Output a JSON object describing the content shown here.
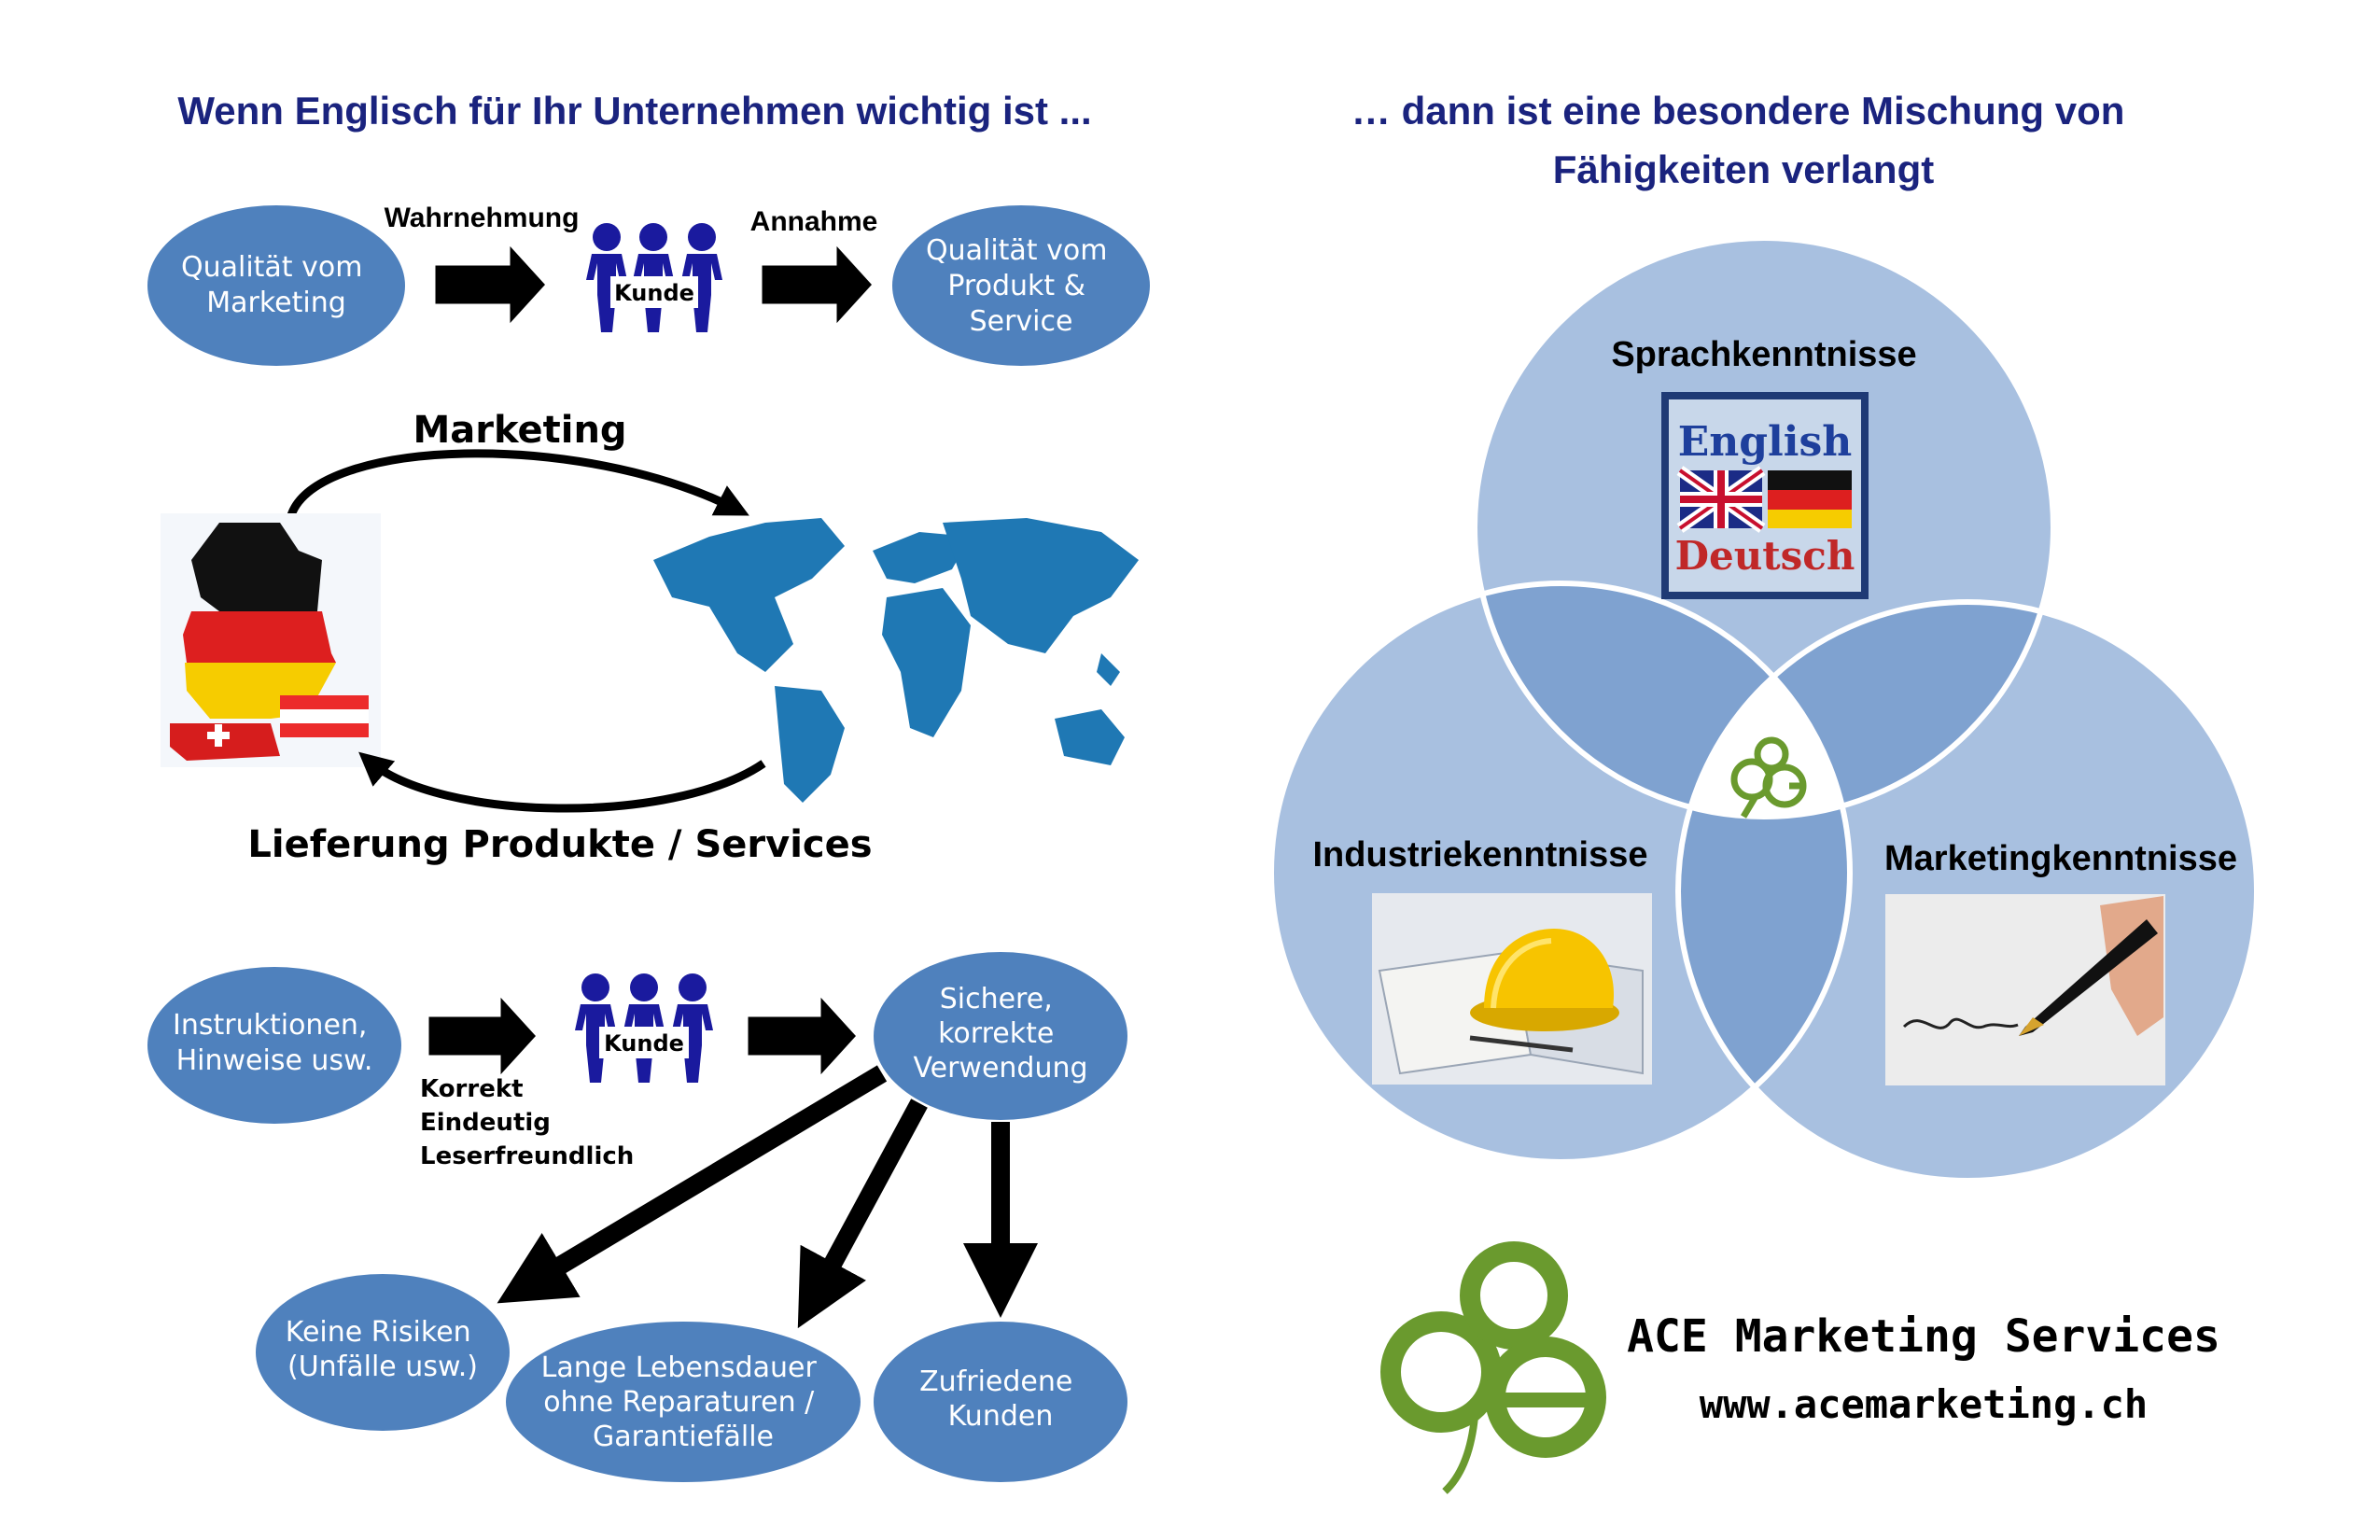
{
  "left": {
    "title": "Wenn Englisch für Ihr Unternehmen wichtig ist ...",
    "top_flow": {
      "source": [
        "Qualität vom",
        "Marketing"
      ],
      "arrow1_label": "Wahrnehmung",
      "customer": "Kunde",
      "arrow2_label": "Annahme",
      "target": [
        "Qualität vom",
        "Produkt &",
        "Service"
      ]
    },
    "loop": {
      "top_label": "Marketing",
      "bottom_label": "Lieferung Produkte / Services"
    },
    "bottom_flow": {
      "source": [
        "Instruktionen,",
        "Hinweise usw."
      ],
      "customer": "Kunde",
      "qualities": [
        "Korrekt",
        "Eindeutig",
        "Leserfreundlich"
      ],
      "target": [
        "Sichere,",
        "korrekte",
        "Verwendung"
      ],
      "outcomes": [
        [
          "Keine Risiken",
          "(Unfälle usw.)"
        ],
        [
          "Lange Lebensdauer",
          "ohne Reparaturen /",
          "Garantiefälle"
        ],
        [
          "Zufriedene",
          "Kunden"
        ]
      ]
    }
  },
  "right": {
    "title": [
      "… dann ist eine besondere Mischung von",
      "Fähigkeiten verlangt"
    ],
    "circles": {
      "top": "Sprachkenntnisse",
      "left": "Industriekenntnisse",
      "right": "Marketingkenntnisse"
    },
    "language_badge": {
      "top": "English",
      "bottom": "Deutsch"
    },
    "company": {
      "name": "ACE Marketing Services",
      "url": "www.acemarketing.ch"
    }
  },
  "colors": {
    "oval": "#4f81bd",
    "title": "#1a237e",
    "circle": "#a8c0e0",
    "overlap": "#7fa2d0",
    "logo_green": "#6a9a2e",
    "people": "#1a1a9e"
  },
  "icons": [
    "people-icon",
    "germany-austria-switzerland-map",
    "world-map",
    "language-flags-badge",
    "hard-hat-image",
    "fountain-pen-image",
    "ace-logo"
  ]
}
